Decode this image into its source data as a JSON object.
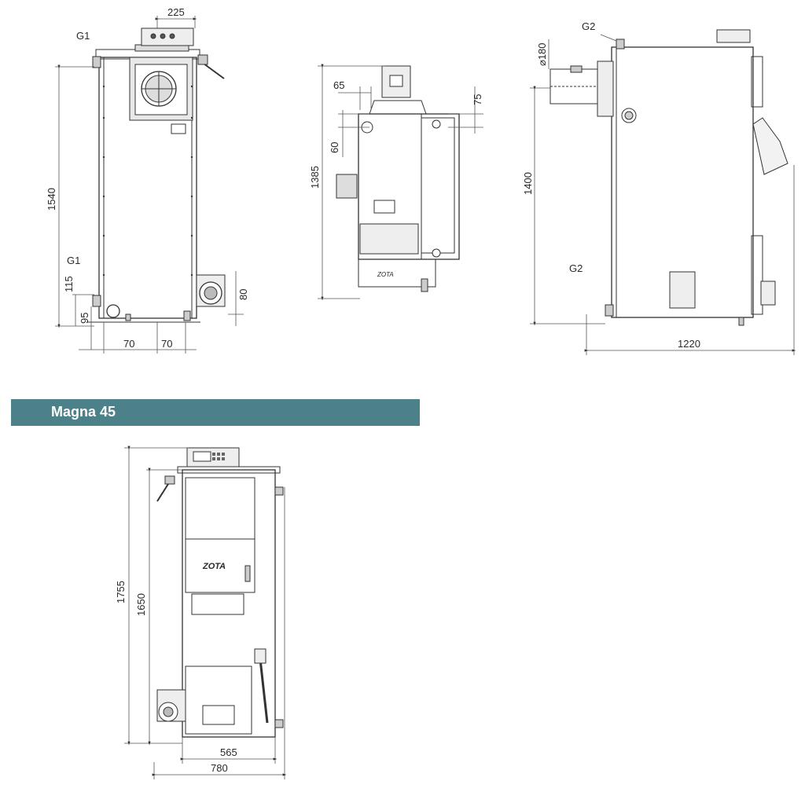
{
  "section": {
    "title": "Magna 45"
  },
  "front_view": {
    "label_g1_top": "G1",
    "label_g1_bottom": "G1",
    "dim_top": "225",
    "dim_height": "1540",
    "dim_115": "115",
    "dim_95": "95",
    "dim_80": "80",
    "dim_70_left": "70",
    "dim_70_right": "70"
  },
  "middle_view": {
    "dim_65": "65",
    "dim_75": "75",
    "dim_60": "60",
    "dim_1385": "1385",
    "brand": "ZOTA"
  },
  "side_view": {
    "label_g2_top": "G2",
    "label_g2_bottom": "G2",
    "dim_diameter": "⌀180",
    "dim_1400": "1400",
    "dim_1220": "1220"
  },
  "magna_view": {
    "brand": "ZOTA",
    "dim_1755": "1755",
    "dim_1650": "1650",
    "dim_565": "565",
    "dim_780": "780"
  }
}
